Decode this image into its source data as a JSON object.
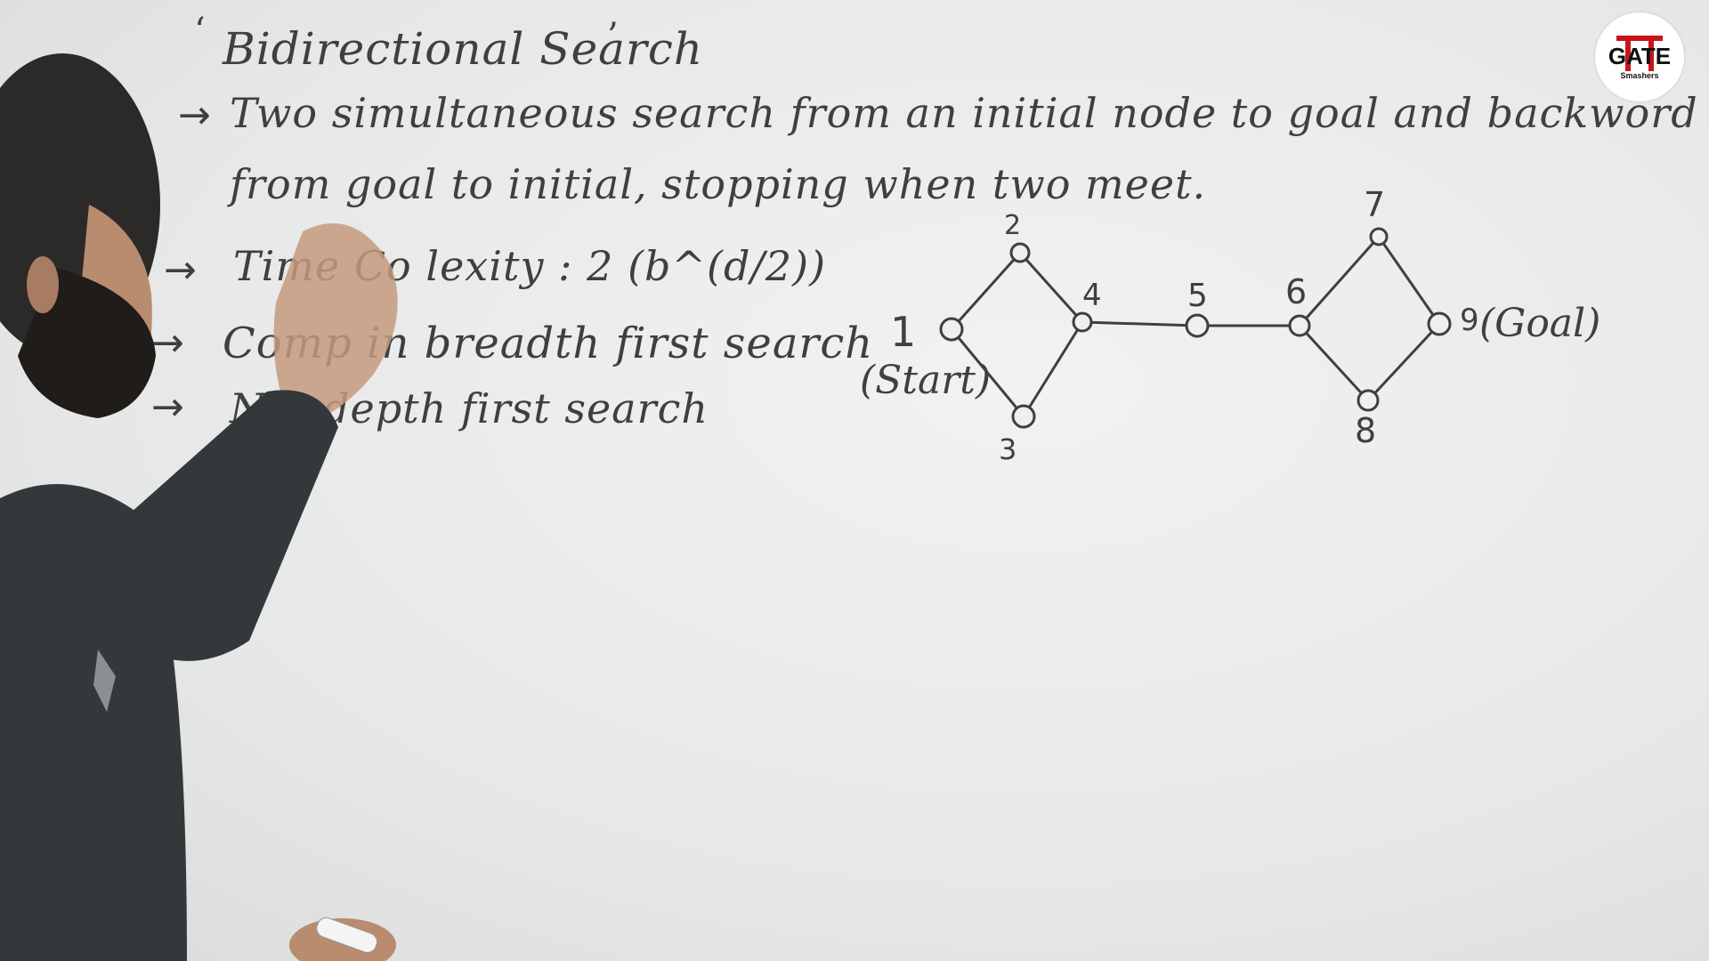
{
  "heading": {
    "title": "Bidirectional Search",
    "open_quote": "‘",
    "close_quote": "’"
  },
  "bullets": [
    {
      "arrow": "→",
      "text": "Two simultaneous search from an initial node to goal and backword"
    },
    {
      "arrow": "",
      "text": "from goal to initial, stopping when two meet."
    },
    {
      "arrow": "→",
      "text": "Time Co  lexity : 2 (b^(d/2))"
    },
    {
      "arrow": "→",
      "text": "Comp        in breadth first search"
    },
    {
      "arrow": "→",
      "text": "Not     depth first search"
    }
  ],
  "graph": {
    "nodes": [
      {
        "id": "1",
        "label": "1"
      },
      {
        "id": "2",
        "label": "2"
      },
      {
        "id": "3",
        "label": "3"
      },
      {
        "id": "4",
        "label": "4"
      },
      {
        "id": "5",
        "label": "5"
      },
      {
        "id": "6",
        "label": "6"
      },
      {
        "id": "7",
        "label": "7"
      },
      {
        "id": "8",
        "label": "8"
      },
      {
        "id": "9",
        "label": "9"
      }
    ],
    "start_note": "(Start)",
    "goal_note": "(Goal)"
  },
  "logo": {
    "text": "GATE",
    "sub": "Smashers",
    "accent_color": "#c9141b"
  }
}
